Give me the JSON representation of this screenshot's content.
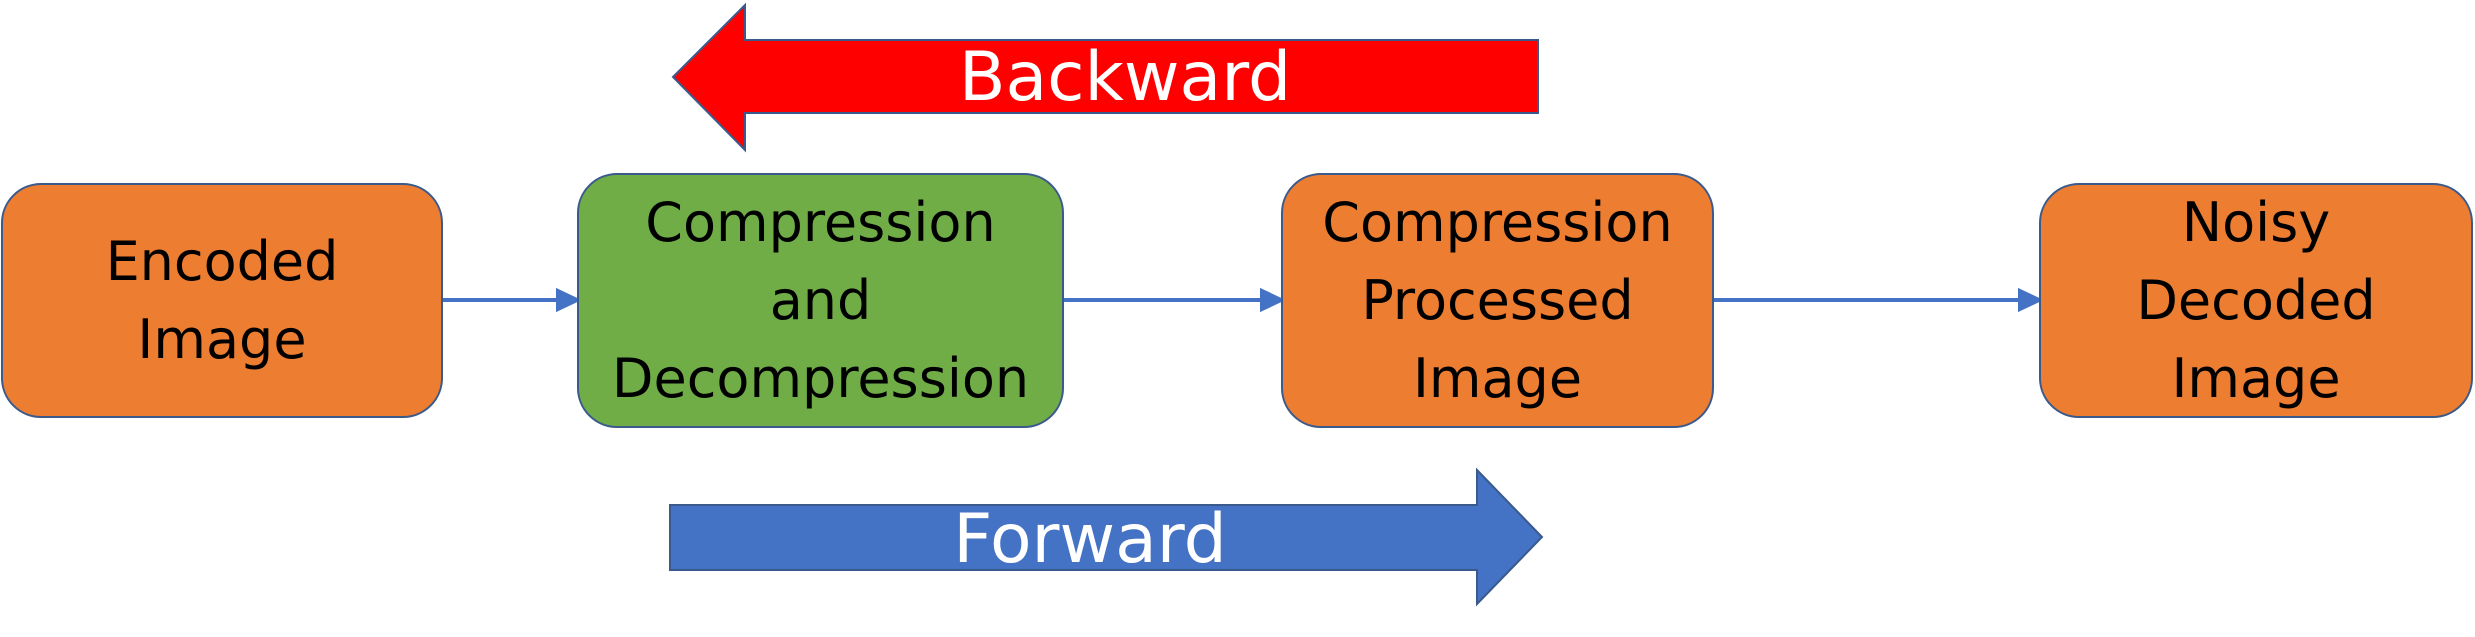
{
  "nodes": [
    {
      "id": "encoded",
      "lines": [
        "Encoded",
        "Image"
      ],
      "color": "#ed7d31"
    },
    {
      "id": "compression",
      "lines": [
        "Compression",
        "and",
        "Decompression"
      ],
      "color": "#70ad47"
    },
    {
      "id": "processed",
      "lines": [
        "Compression",
        "Processed",
        "Image"
      ],
      "color": "#ed7d31"
    },
    {
      "id": "noisy",
      "lines": [
        "Noisy",
        "Decoded",
        "Image"
      ],
      "color": "#ed7d31"
    }
  ],
  "arrows": {
    "backward": {
      "label": "Backward",
      "color": "#ff0000"
    },
    "forward": {
      "label": "Forward",
      "color": "#4472c4"
    }
  },
  "connector_color": "#4472c4"
}
